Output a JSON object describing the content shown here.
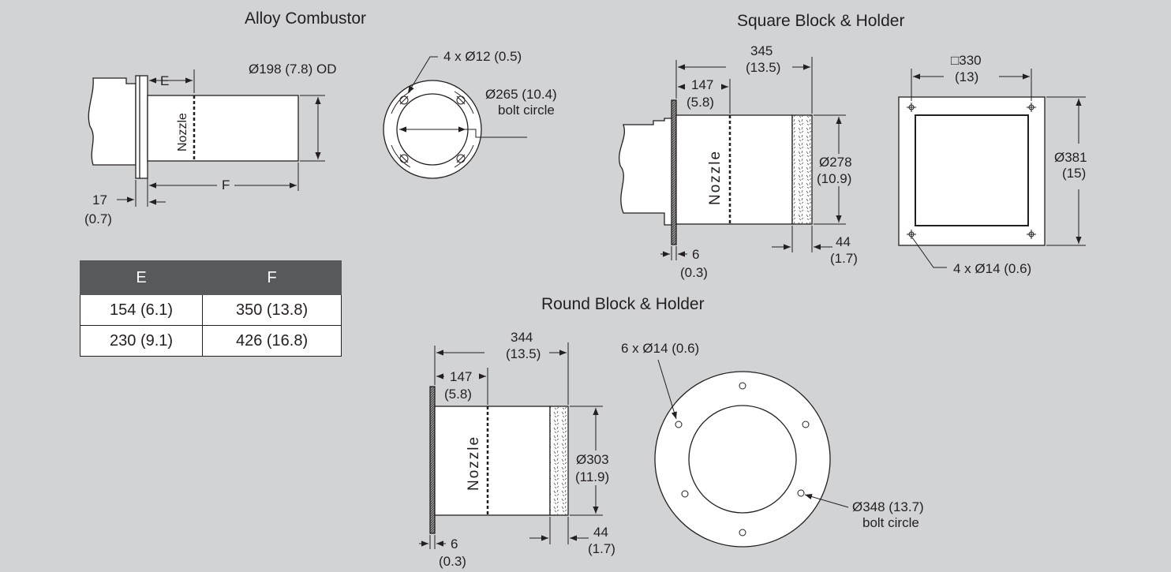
{
  "titles": {
    "alloy": "Alloy Combustor",
    "square": "Square Block & Holder",
    "round": "Round Block & Holder"
  },
  "alloy": {
    "dim_e": "E",
    "od": "Ø198 (7.8) OD",
    "nozzle": "Nozzle",
    "dim_f": "F",
    "flange_mm": "17",
    "flange_in": "(0.7)",
    "holes": "4 x Ø12 (0.5)",
    "bolt_circle": "Ø265 (10.4)",
    "bolt_circle_note": "bolt circle"
  },
  "table": {
    "headers": [
      "E",
      "F"
    ],
    "rows": [
      [
        "154 (6.1)",
        "350 (13.8)"
      ],
      [
        "230 (9.1)",
        "426 (16.8)"
      ]
    ]
  },
  "square": {
    "length_mm": "345",
    "length_in": "(13.5)",
    "nozzle_mm": "147",
    "nozzle_in": "(5.8)",
    "nozzle": "Nozzle",
    "dia_mm": "Ø278",
    "dia_in": "(10.9)",
    "insul_mm": "44",
    "insul_in": "(1.7)",
    "plate_mm": "6",
    "plate_in": "(0.3)",
    "side_mm": "□330",
    "side_in": "(13)",
    "outer_mm": "Ø381",
    "outer_in": "(15)",
    "holes": "4 x Ø14 (0.6)"
  },
  "round": {
    "length_mm": "344",
    "length_in": "(13.5)",
    "nozzle_mm": "147",
    "nozzle_in": "(5.8)",
    "nozzle": "Nozzle",
    "dia_mm": "Ø303",
    "dia_in": "(11.9)",
    "insul_mm": "44",
    "insul_in": "(1.7)",
    "plate_mm": "6",
    "plate_in": "(0.3)",
    "holes": "6 x Ø14 (0.6)",
    "bolt_circle": "Ø348 (13.7)",
    "bolt_circle_note": "bolt circle"
  }
}
